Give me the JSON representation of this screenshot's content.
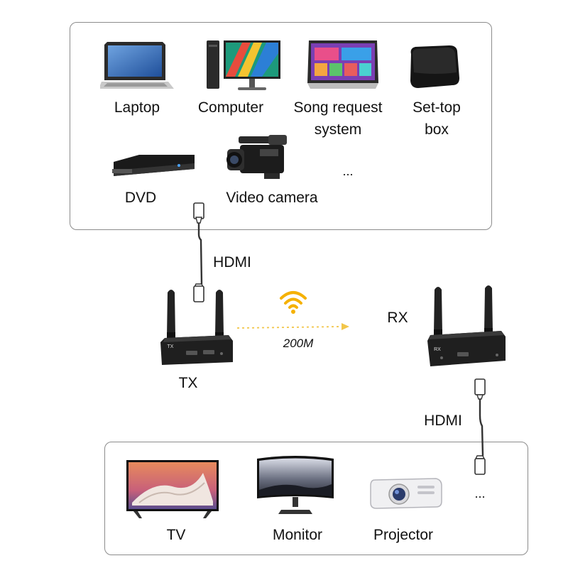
{
  "sources": {
    "laptop": "Laptop",
    "computer": "Computer",
    "song_request_system": "Song request\nsystem",
    "set_top_box": "Set-top\nbox",
    "dvd": "DVD",
    "video_camera": "Video camera",
    "more": "..."
  },
  "link_top": {
    "cable": "HDMI",
    "distance": "200M"
  },
  "transmitter": {
    "label": "TX",
    "badge": "TX"
  },
  "receiver": {
    "label": "RX",
    "badge": "RX"
  },
  "link_bottom": {
    "cable": "HDMI"
  },
  "displays": {
    "tv": "TV",
    "monitor": "Monitor",
    "projector": "Projector",
    "more": "..."
  },
  "colors": {
    "wifi": "#f5b100",
    "link_arrow": "#f2c64a",
    "panel_border": "#8c8c8c",
    "device_body": "#1f1f1f"
  }
}
